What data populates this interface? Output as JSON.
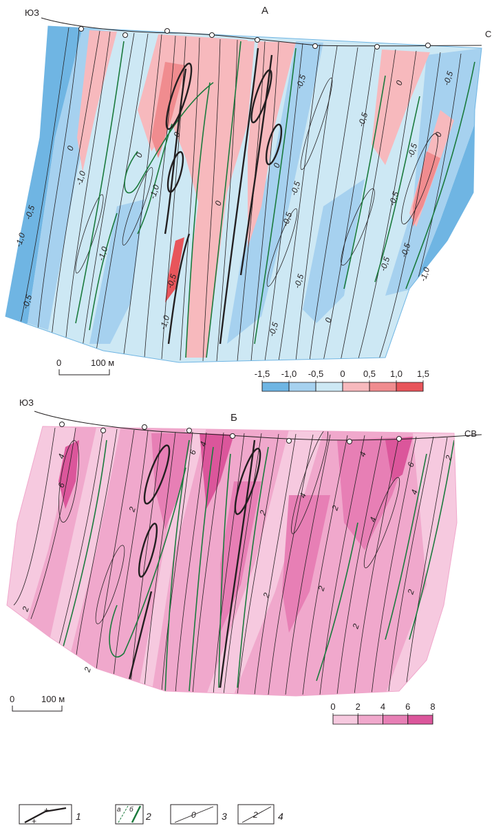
{
  "panel_a": {
    "label": "А",
    "left_direction": "ЮЗ",
    "right_direction": "С",
    "scale": {
      "zero": "0",
      "length": "100 м"
    },
    "colorbar": {
      "ticks": [
        "-1,5",
        "-1,0",
        "-0,5",
        "0",
        "0,5",
        "1,0",
        "1,5"
      ],
      "colors": [
        "#6fb5e3",
        "#a6d1ef",
        "#cde8f4",
        "#f7b9bd",
        "#f08c8f",
        "#e8555b"
      ]
    },
    "contour_labels": [
      "-1,0",
      "-0,5",
      "0",
      "-1,0",
      "-0,5",
      "-0,5",
      "-1,0",
      "0",
      "0",
      "0",
      "-1,0",
      "0",
      "-0,5",
      "-0,5",
      "-0,5",
      "-0,5",
      "-0,5",
      "-0,5",
      "0",
      "0",
      "-0,5",
      "-0,5",
      "0",
      "-0,5",
      "-1,0",
      "-0,5",
      "-0,5",
      "-1,0"
    ]
  },
  "panel_b": {
    "label": "Б",
    "left_direction": "ЮЗ",
    "right_direction": "СВ",
    "scale": {
      "zero": "0",
      "length": "100 м"
    },
    "colorbar": {
      "ticks": [
        "0",
        "2",
        "4",
        "6",
        "8"
      ],
      "colors": [
        "#f6c9df",
        "#f0a8cc",
        "#e77fb5",
        "#db569b"
      ]
    },
    "contour_labels": [
      "4",
      "6",
      "2",
      "2",
      "6",
      "4",
      "2",
      "2",
      "2",
      "4",
      "2",
      "4",
      "2",
      "6",
      "4",
      "4",
      "2",
      "2",
      "2"
    ]
  },
  "legend": [
    {
      "number": "1",
      "sub_labels": []
    },
    {
      "number": "2",
      "sub_labels": [
        "а",
        "б"
      ]
    },
    {
      "number": "3",
      "sub_labels": []
    },
    {
      "number": "4",
      "sub_labels": []
    }
  ]
}
